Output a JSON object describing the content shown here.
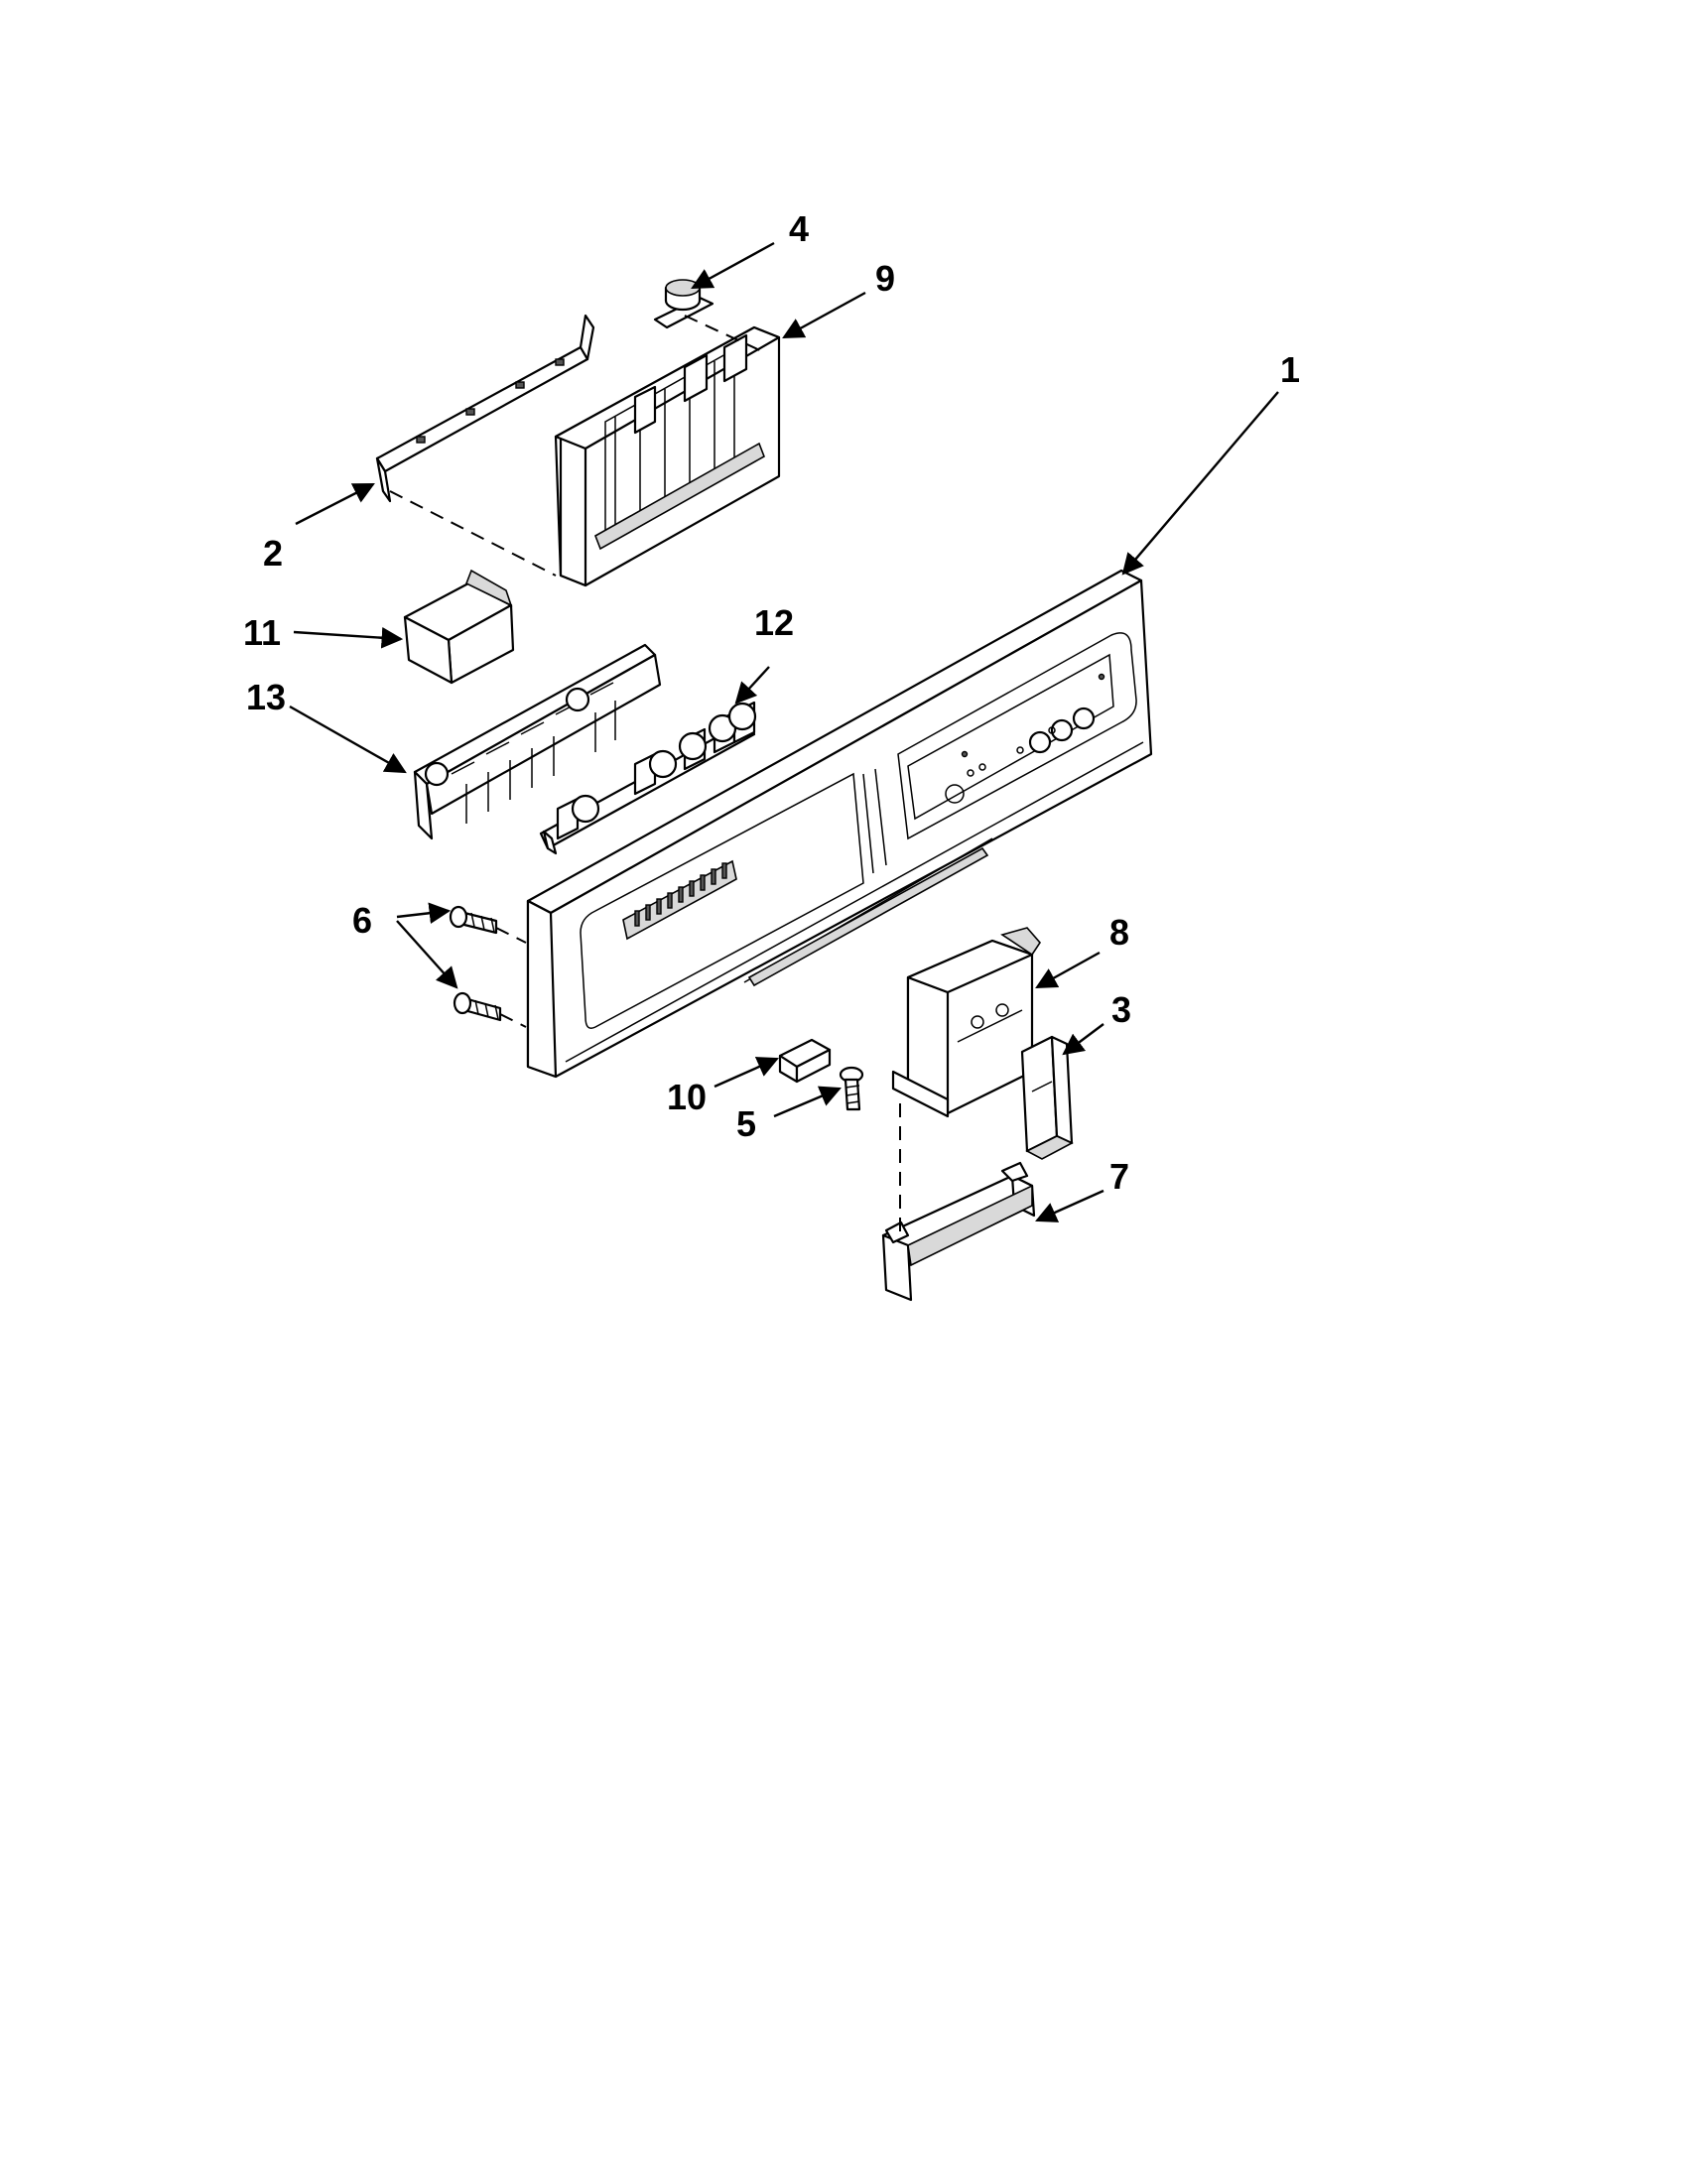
{
  "diagram": {
    "callouts": [
      {
        "id": "1",
        "label": "1"
      },
      {
        "id": "2",
        "label": "2"
      },
      {
        "id": "3",
        "label": "3"
      },
      {
        "id": "4",
        "label": "4"
      },
      {
        "id": "5",
        "label": "5"
      },
      {
        "id": "6",
        "label": "6"
      },
      {
        "id": "7",
        "label": "7"
      },
      {
        "id": "8",
        "label": "8"
      },
      {
        "id": "9",
        "label": "9"
      },
      {
        "id": "10",
        "label": "10"
      },
      {
        "id": "11",
        "label": "11"
      },
      {
        "id": "12",
        "label": "12"
      },
      {
        "id": "13",
        "label": "13"
      }
    ],
    "colors": {
      "ink": "#000000",
      "paper": "#ffffff",
      "shade": "#d9d9d9"
    }
  }
}
